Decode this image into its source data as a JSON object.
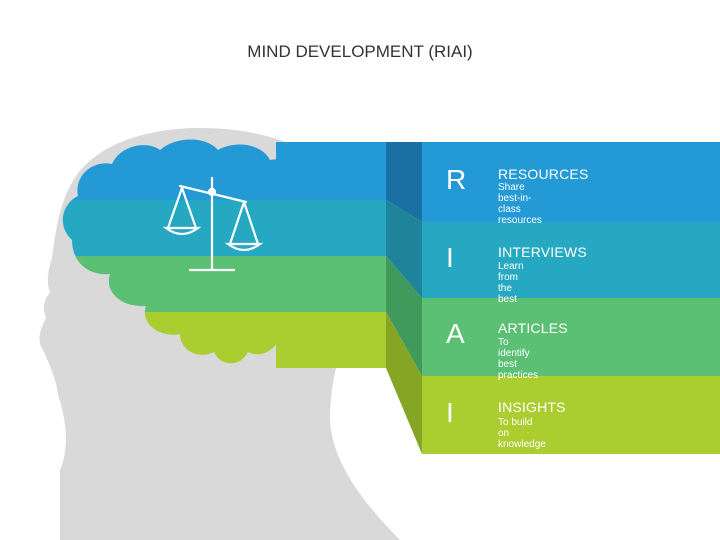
{
  "title": "MIND DEVELOPMENT (RIAI)",
  "colors": {
    "blue": "#2399d6",
    "teal": "#27a8c2",
    "green": "#5bbf74",
    "lime": "#aacd2f",
    "head": "#d9d9d9"
  },
  "icons": [
    "head-silhouette",
    "scales-of-justice-icon"
  ],
  "rows": [
    {
      "letter": "R",
      "title": "RESOURCES",
      "subtitle": "Share best-in-class resources"
    },
    {
      "letter": "I",
      "title": "INTERVIEWS",
      "subtitle": "Learn from the best"
    },
    {
      "letter": "A",
      "title": "ARTICLES",
      "subtitle": "To identify best practices"
    },
    {
      "letter": "I",
      "title": "INSIGHTS",
      "subtitle": "To build on knowledge"
    }
  ]
}
